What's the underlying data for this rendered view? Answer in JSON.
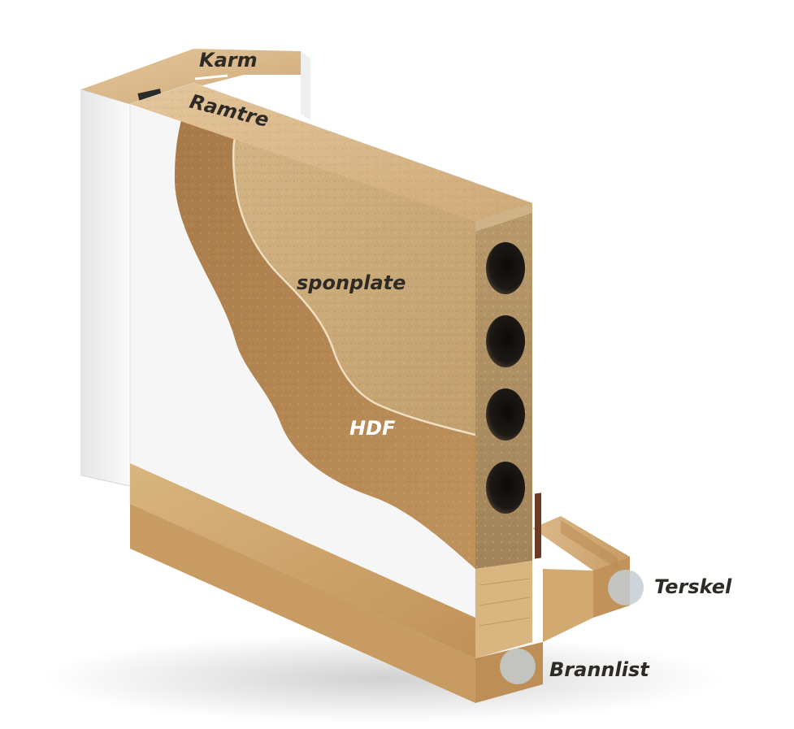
{
  "labels": {
    "karm": "Karm",
    "ramtre": "Ramtre",
    "sponplate": "sponplate",
    "hdf": "HDF",
    "terskel": "Terskel",
    "brannlist": "Brannlist"
  },
  "colors": {
    "white_panel": "#f4f4f4",
    "frame_wood": "#d8b888",
    "particle_board": "#c8a678",
    "hdf": "#b48652",
    "threshold_wood": "#cfa46a",
    "marker": "#c4ccd4"
  },
  "core_holes": 4
}
